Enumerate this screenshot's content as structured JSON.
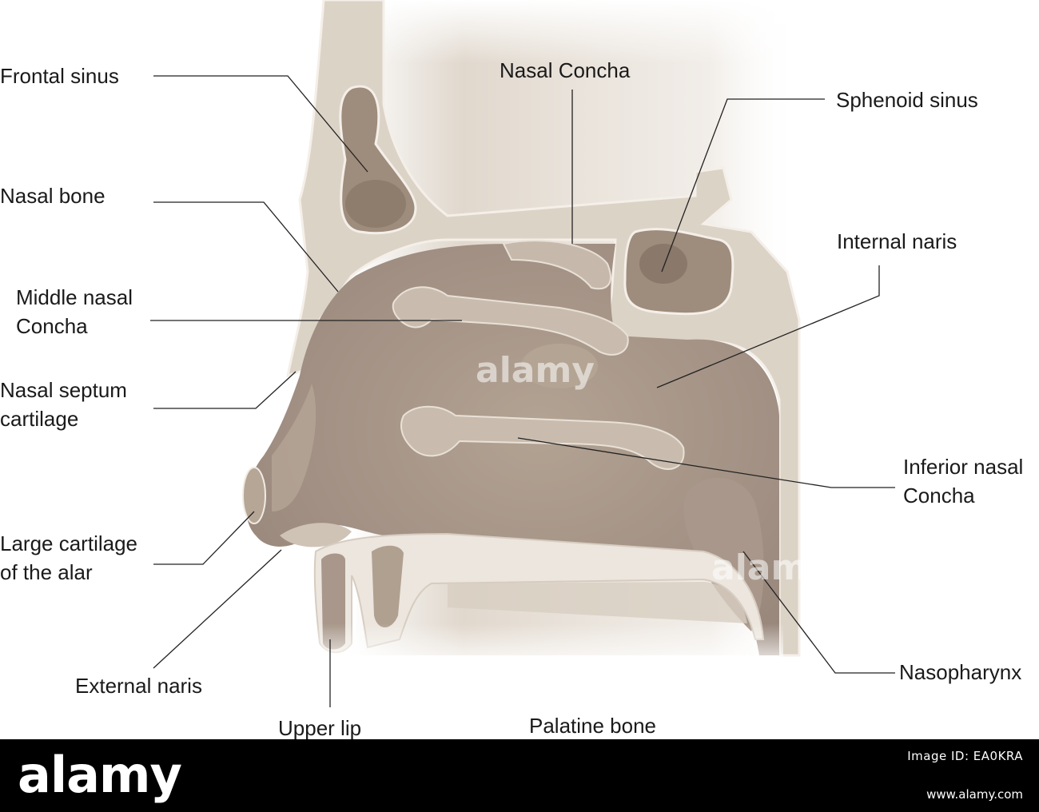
{
  "labels": {
    "frontal_sinus": "Frontal sinus",
    "nasal_concha": "Nasal Concha",
    "sphenoid_sinus": "Sphenoid sinus",
    "nasal_bone": "Nasal bone",
    "internal_naris": "Internal naris",
    "middle_nasal_concha_1": "Middle nasal",
    "middle_nasal_concha_2": "Concha",
    "nasal_septum_cartilage_1": "Nasal septum",
    "nasal_septum_cartilage_2": "cartilage",
    "inferior_nasal_concha_1": "Inferior nasal",
    "inferior_nasal_concha_2": "Concha",
    "large_cartilage_alar_1": "Large cartilage",
    "large_cartilage_alar_2": "of the alar",
    "external_naris": "External naris",
    "nasopharynx": "Nasopharynx",
    "upper_lip": "Upper lip",
    "palatine_bone": "Palatine bone"
  },
  "watermark": "alamy",
  "footer": {
    "logo": "alamy",
    "image_id": "Image ID: EA0KRA",
    "url": "www.alamy.com"
  },
  "colors": {
    "bone": "#dcd3c7",
    "bone_outline": "#f3eee7",
    "cavity": "#a89888",
    "cavity_dark": "#8d7b6a",
    "concha": "#c8bbae",
    "leader": "#222222"
  }
}
